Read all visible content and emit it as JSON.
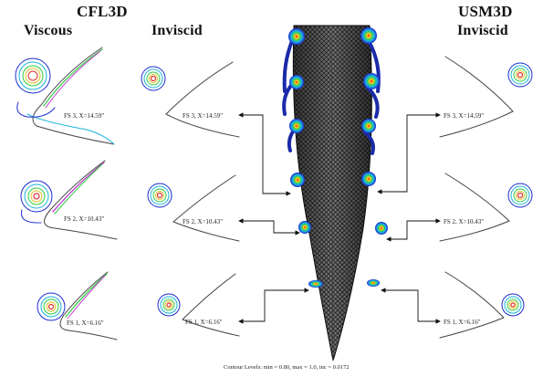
{
  "headers": {
    "cfl3d": "CFL3D",
    "viscous": "Viscous",
    "inviscid_left": "Inviscid",
    "usm3d": "USM3D",
    "inviscid_right": "Inviscid"
  },
  "stations": {
    "left_viscous": [
      "FS 3, X=14.59\"",
      "FS 2, X=10.43\"",
      "FS 1, X=6.16\""
    ],
    "left_inviscid": [
      "FS 3, X=14.59\"",
      "FS 2, X=10.43\"",
      "FS 1, X=6.16\""
    ],
    "right_inviscid": [
      "FS 3, X=14.59\"",
      "FS 2, X=10.43\"",
      "FS 1, X=6.16\""
    ]
  },
  "caption": "Contour Levels: min = 0.80, max = 1.0, inc = 0.0172",
  "colors": {
    "contour_outer": "#1c2bd0",
    "contour_mid1": "#19b3d8",
    "contour_mid2": "#2ecc40",
    "contour_mid3": "#e0c020",
    "contour_inner": "#e03030",
    "contour_spiral": "#c040d0",
    "mesh": "#222222",
    "vortex_body": "#1a2aa8"
  }
}
